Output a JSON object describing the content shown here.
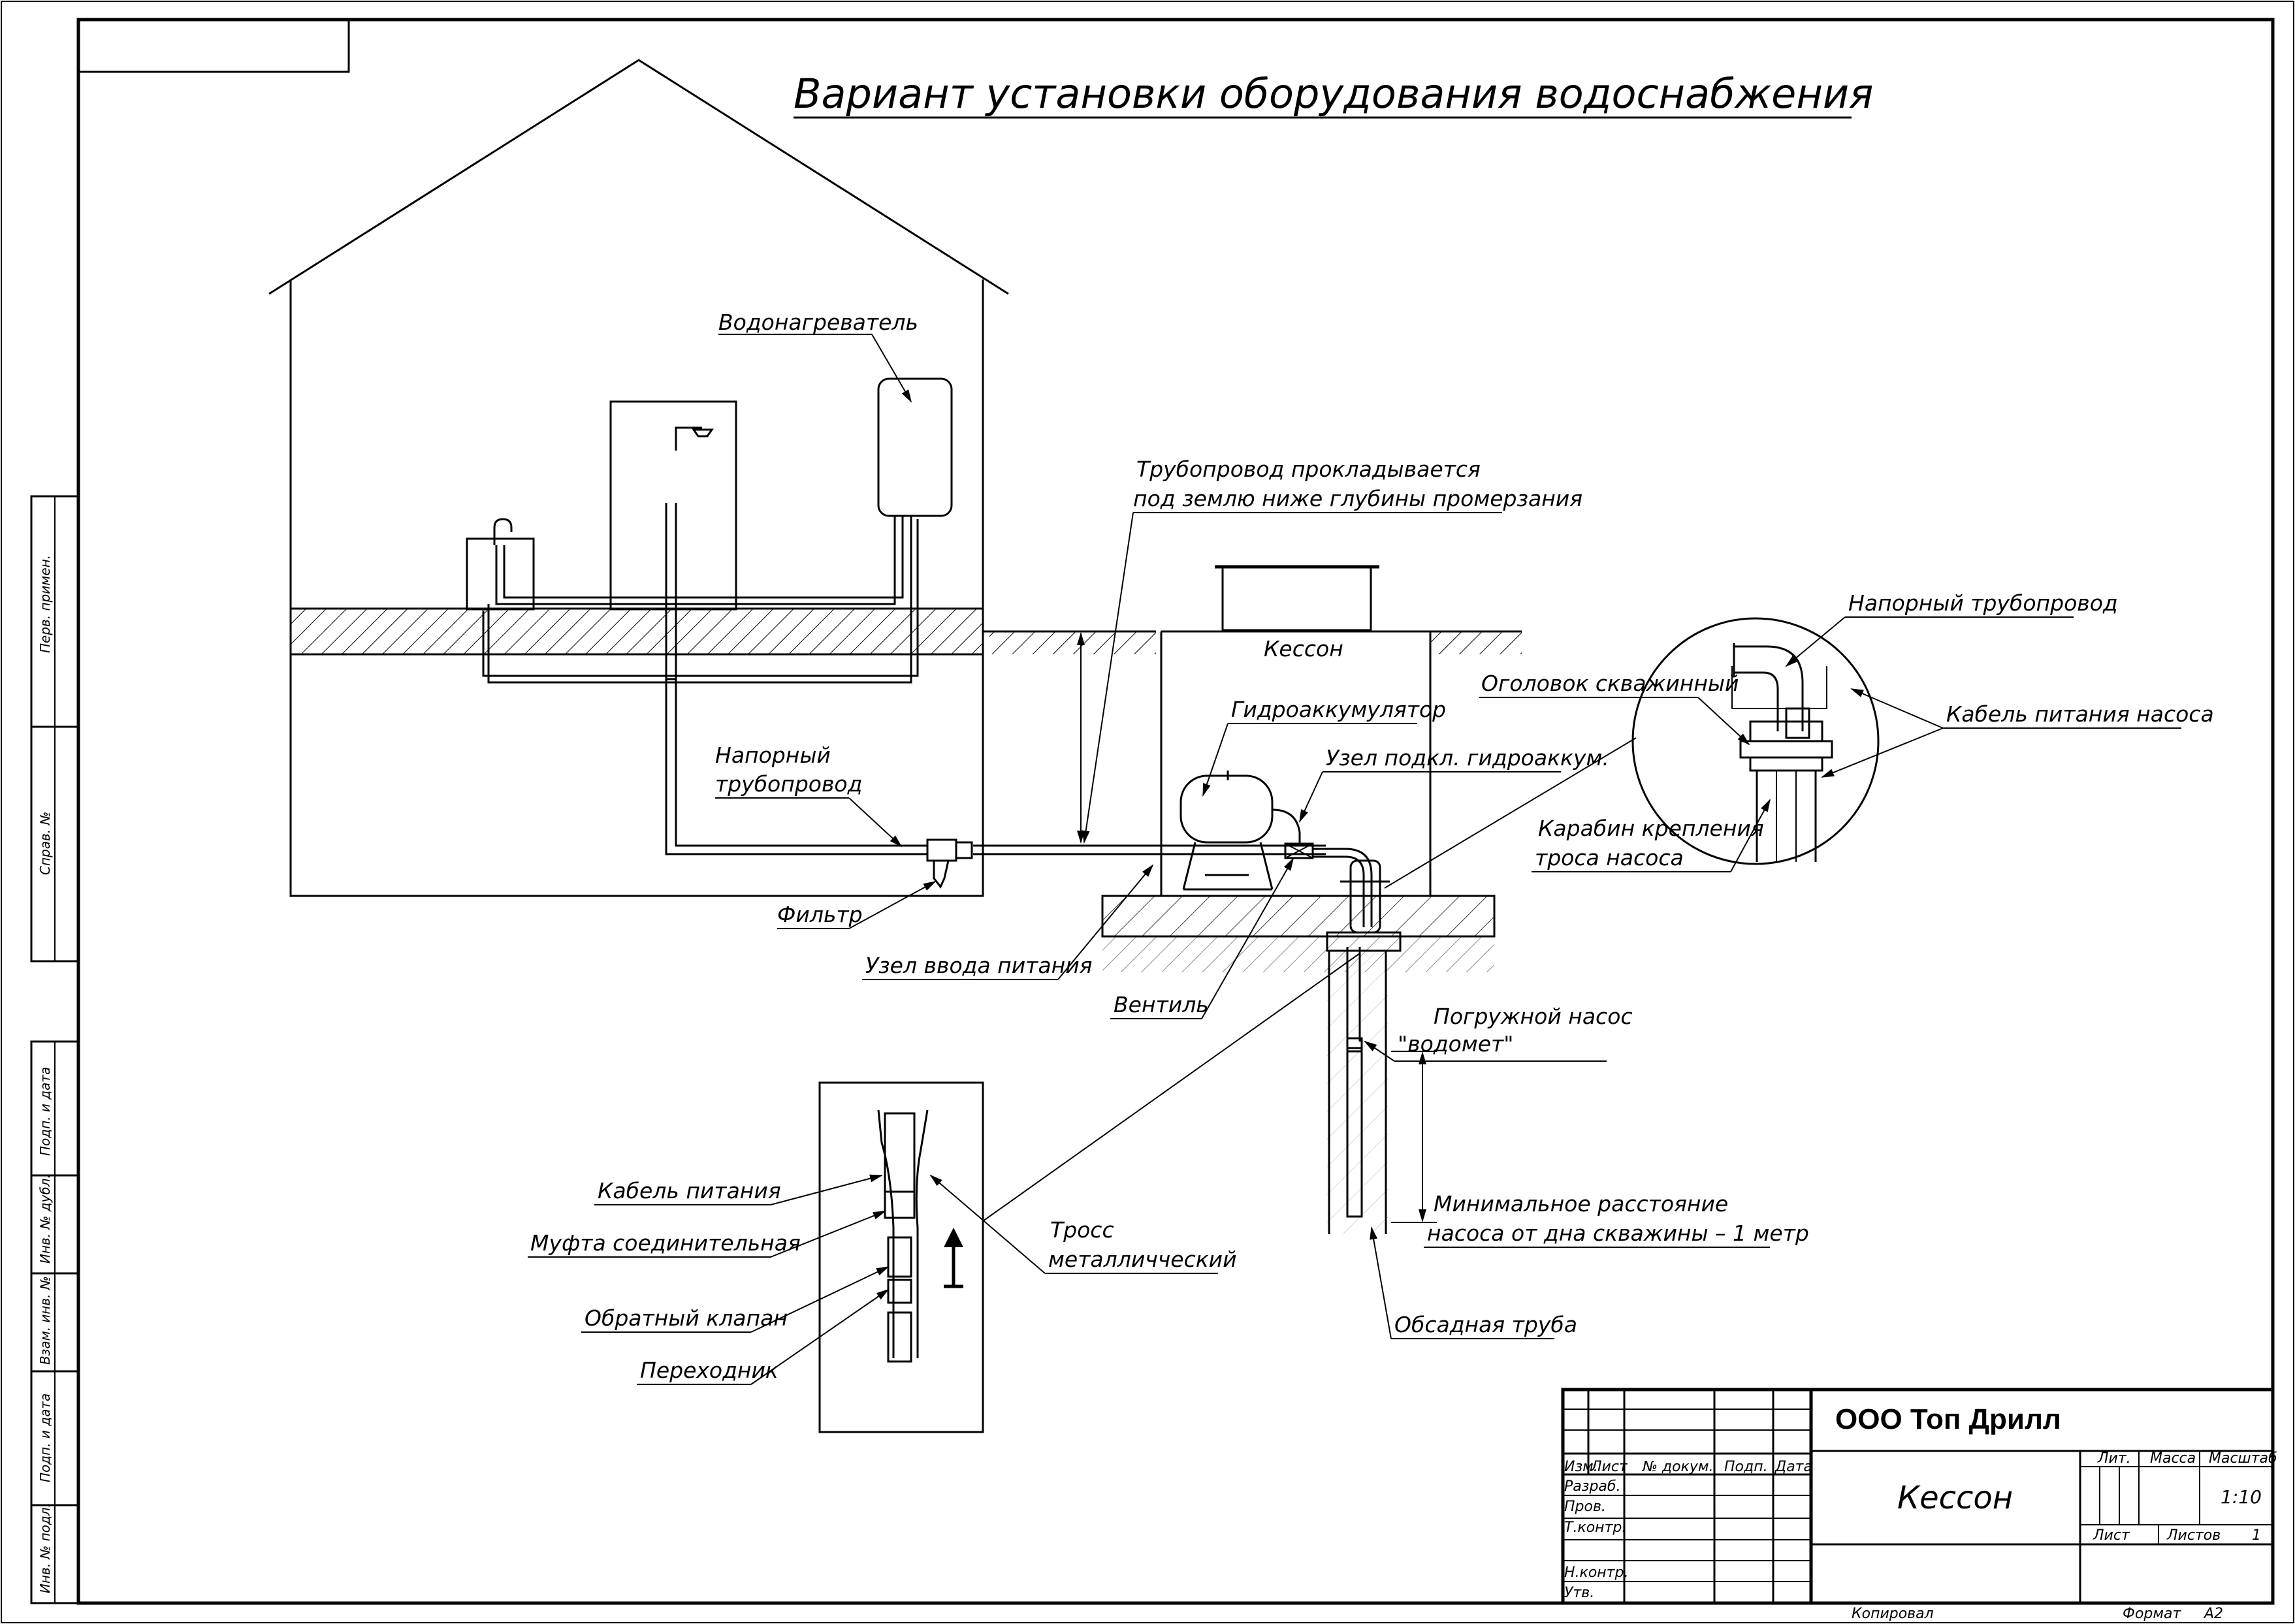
{
  "title": "Вариант установки оборудования водоснабжения",
  "labels": {
    "water_heater": "Водонагреватель",
    "pipeline_note_line1": "Трубопровод прокладывается",
    "pipeline_note_line2": "под землю ниже глубины промерзания",
    "caisson": "Кессон",
    "hydro_accumulator": "Гидроаккумулятор",
    "accumulator_node": "Узел подкл. гидроаккум.",
    "pressure_pipe_line1": "Напорный",
    "pressure_pipe_line2": "трубопровод",
    "filter": "Фильтр",
    "power_inlet_node": "Узел ввода питания",
    "valve": "Вентиль",
    "submersible_pump_line1": "Погружной насос",
    "submersible_pump_line2": "\"водомет\"",
    "min_distance_line1": "Минимальное расстояние",
    "min_distance_line2": "насоса от дна скважины – 1 метр",
    "casing_pipe": "Обсадная труба",
    "detail_pressure_pipe": "Напорный трубопровод",
    "well_head": "Оголовок скважинный",
    "pump_cable": "Кабель питания насоса",
    "carabiner_line1": "Карабин крепления",
    "carabiner_line2": "троса насоса",
    "power_cable": "Кабель питания",
    "coupling": "Муфта соединительная",
    "check_valve": "Обратный клапан",
    "adapter": "Переходник",
    "steel_cable_line1": "Тросс",
    "steel_cable_line2": "металличческий"
  },
  "side_stamp": [
    "Перв. примен.",
    "Справ. №",
    "Подп. и дата",
    "Инв. № дубл.",
    "Взам. инв. №",
    "Подп. и дата",
    "Инв. № подл."
  ],
  "title_block": {
    "company": "ООО Топ Дрилл",
    "drawing_name": "Кессон",
    "col_headers": [
      "Изм.",
      "Лист",
      "№ докум.",
      "Подп.",
      "Дата"
    ],
    "rows": [
      "Разраб.",
      "Пров.",
      "Т.контр.",
      "Н.контр.",
      "Утв."
    ],
    "lit": "Лит.",
    "mass": "Масса",
    "scale_label": "Масштаб",
    "scale_value": "1:10",
    "sheet_label": "Лист",
    "sheets_label": "Листов",
    "sheets_value": "1",
    "copied": "Копировал",
    "format_label": "Формат",
    "format_value": "A2"
  }
}
